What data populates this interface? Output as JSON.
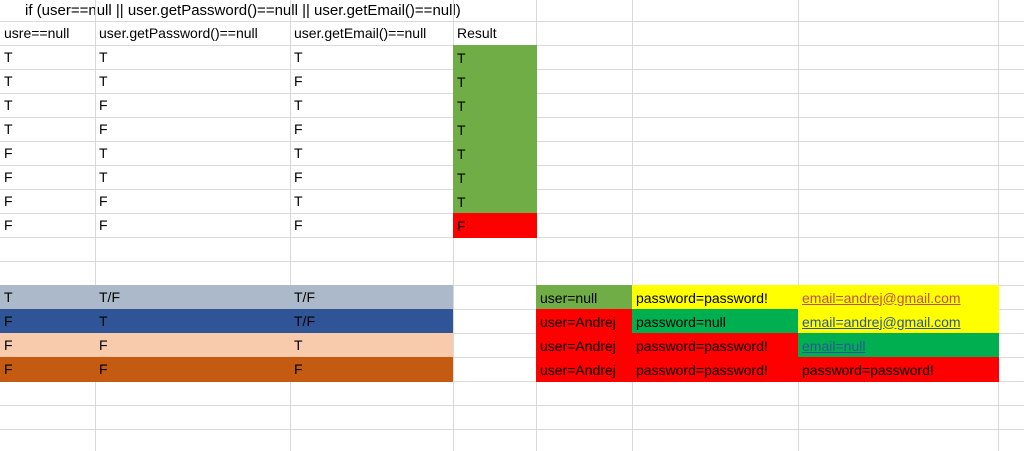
{
  "title_formula": "if (user==null || user.getPassword()==null || user.getEmail()==null)",
  "truth_table": {
    "headers": [
      "usre==null",
      "user.getPassword()==null",
      "user.getEmail()==null",
      "Result"
    ],
    "rows": [
      [
        "T",
        "T",
        "T",
        "T"
      ],
      [
        "T",
        "T",
        "F",
        "T"
      ],
      [
        "T",
        "F",
        "T",
        "T"
      ],
      [
        "T",
        "F",
        "F",
        "T"
      ],
      [
        "F",
        "T",
        "T",
        "T"
      ],
      [
        "F",
        "T",
        "F",
        "T"
      ],
      [
        "F",
        "F",
        "T",
        "T"
      ],
      [
        "F",
        "F",
        "F",
        "F"
      ]
    ],
    "result_colors": {
      "T": "#70ad47",
      "F": "#ff0000"
    }
  },
  "summary_table": {
    "rows": [
      {
        "cells": [
          "T",
          "T/F",
          "T/F"
        ],
        "color": "#acb9ca"
      },
      {
        "cells": [
          "F",
          "T",
          "T/F"
        ],
        "color": "#2f5597"
      },
      {
        "cells": [
          "F",
          "F",
          "T"
        ],
        "color": "#f8cbad"
      },
      {
        "cells": [
          "F",
          "F",
          "F"
        ],
        "color": "#c55a11"
      }
    ]
  },
  "test_cases": {
    "rows": [
      [
        {
          "text": "user=null",
          "bg": "#70ad47",
          "fg": "#000000"
        },
        {
          "text": "password=password!",
          "bg": "#ffff00",
          "fg": "#000000"
        },
        {
          "text": "email=andrej@gmail.com",
          "bg": "#ffff00",
          "fg": "#c0504d",
          "link": true
        }
      ],
      [
        {
          "text": "user=Andrej",
          "bg": "#ff0000",
          "fg": "#000000"
        },
        {
          "text": "password=null",
          "bg": "#00b050",
          "fg": "#000000"
        },
        {
          "text": "email=andrej@gmail.com",
          "bg": "#ffff00",
          "fg": "#2f5597",
          "link": true
        }
      ],
      [
        {
          "text": "user=Andrej",
          "bg": "#ff0000",
          "fg": "#000000"
        },
        {
          "text": "password=password!",
          "bg": "#ff0000",
          "fg": "#000000"
        },
        {
          "text": "email=null",
          "bg": "#00b050",
          "fg": "#2f5597",
          "link": true
        }
      ],
      [
        {
          "text": "user=Andrej",
          "bg": "#ff0000",
          "fg": "#000000"
        },
        {
          "text": "password=password!",
          "bg": "#ff0000",
          "fg": "#000000"
        },
        {
          "text": "password=password!",
          "bg": "#ff0000",
          "fg": "#000000"
        }
      ]
    ]
  }
}
